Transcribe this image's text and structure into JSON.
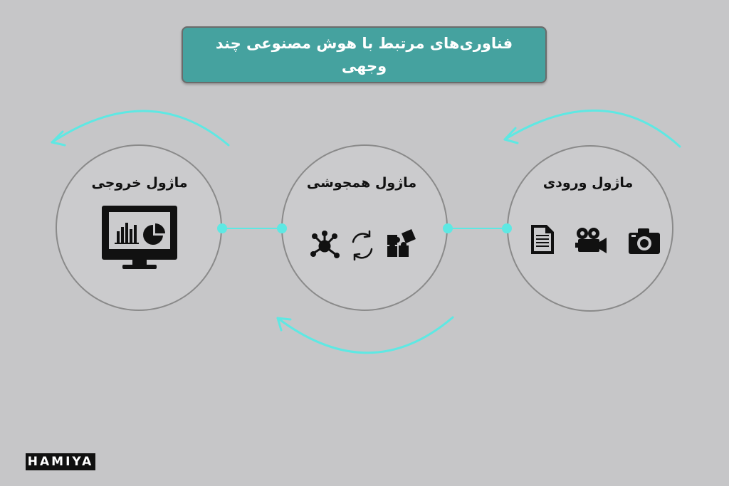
{
  "title": "فناوری‌های مرتبط با هوش مصنوعی چند وجهی",
  "modules": {
    "input": {
      "label": "ماژول ورودی",
      "icons": [
        "document-icon",
        "video-camera-icon",
        "photo-camera-icon"
      ]
    },
    "fusion": {
      "label": "ماژول همجوشی",
      "icons": [
        "network-icon",
        "sync-icon",
        "puzzle-icon"
      ]
    },
    "output": {
      "label": "ماژول خروجی",
      "icons": [
        "monitor-chart-icon"
      ]
    }
  },
  "colors": {
    "accent": "#5ee8e3",
    "title_bg": "#45a29f",
    "background": "#c6c6c8"
  },
  "logo": "HAMIYA"
}
